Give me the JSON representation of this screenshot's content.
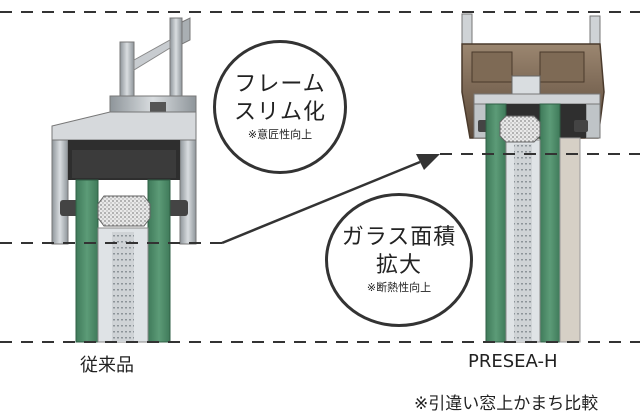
{
  "bubble_frame": {
    "line1": "フレーム",
    "line2": "スリム化",
    "note": "※意匠性向上"
  },
  "bubble_glass": {
    "line1": "ガラス面積",
    "line2": "拡大",
    "note": "※断熱性向上"
  },
  "labels": {
    "conventional": "従来品",
    "product": "PRESEA-H"
  },
  "footnote": "※引違い窓上かまち比較",
  "colors": {
    "glass_green": "#4f8c6a",
    "aluminum": "#b9bec2",
    "brown_frame": "#6f5a44",
    "dash_line": "#333333"
  }
}
